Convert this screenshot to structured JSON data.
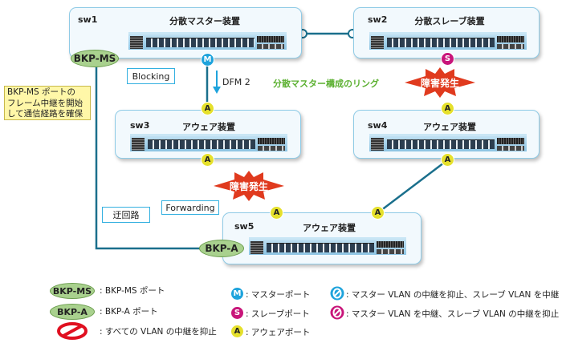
{
  "switches": {
    "sw1": {
      "name": "sw1",
      "role": "分散マスター装置"
    },
    "sw2": {
      "name": "sw2",
      "role": "分散スレーブ装置"
    },
    "sw3": {
      "name": "sw3",
      "role": "アウェア装置"
    },
    "sw4": {
      "name": "sw4",
      "role": "アウェア装置"
    },
    "sw5": {
      "name": "sw5",
      "role": "アウェア装置"
    }
  },
  "ports": {
    "master": "M",
    "slave": "S",
    "aware": "A",
    "bkp_ms": "BKP-MS",
    "bkp_a": "BKP-A"
  },
  "labels": {
    "dfm": "DFM 2",
    "ring": "分散マスター構成のリング",
    "fault": "障害発生",
    "blocking": "Blocking",
    "forwarding": "Forwarding",
    "detour": "迂回路",
    "note_lines": [
      "BKP-MS ポートの",
      "フレーム中継を開始",
      "して通信経路を確保"
    ]
  },
  "legend": {
    "bkp_ms": ": BKP-MS ポート",
    "bkp_a": ": BKP-A ポート",
    "block_all": ": すべての VLAN の中継を抑止",
    "master": ": マスターポート",
    "slave": ": スレーブポート",
    "aware": ": アウェアポート",
    "block_master": ": マスター VLAN の中継を抑止、スレーブ VLAN を中継",
    "block_slave": ": マスター VLAN を中継、スレーブ VLAN の中継を抑止"
  },
  "colors": {
    "link": "#1a6f8c",
    "master": "#1ea3dc",
    "slave": "#c8157a",
    "aware": "#e5e02c",
    "bkp": "#a9d18e",
    "ring_text": "#5bb030",
    "fault": "#e03a1e"
  }
}
